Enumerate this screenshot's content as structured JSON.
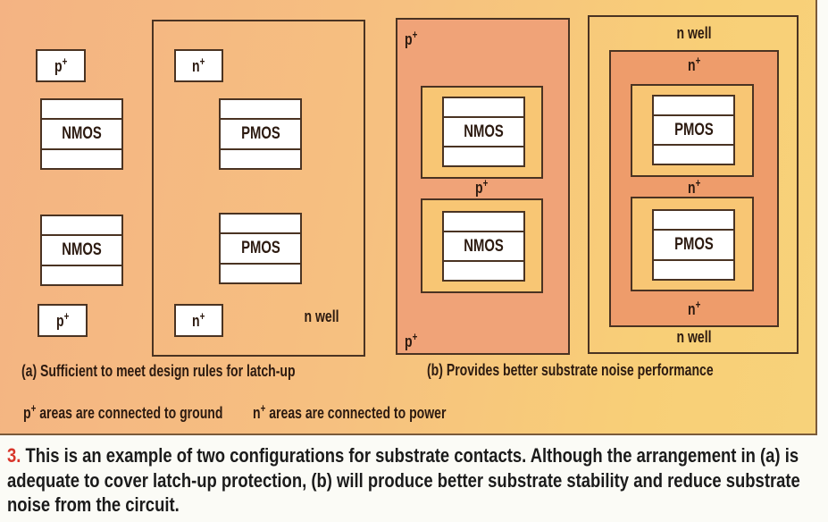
{
  "diagram": {
    "labels": {
      "p_plus": "p",
      "n_plus": "n",
      "plus": "+",
      "nmos": "NMOS",
      "pmos": "PMOS",
      "n_well": "n well"
    },
    "caption_a": "(a)  Sufficient to meet design rules for latch-up",
    "caption_b": "(b)  Provides better substrate noise performance",
    "note_ground": "areas are connected to ground",
    "note_power": "areas are connected to power",
    "colors": {
      "panel_start": "#f4b383",
      "panel_end": "#f7d27a",
      "p_substrate": "#f0a378",
      "guard_ring": "#f8c674",
      "n_guard": "#ee9c6b",
      "stroke": "#4a3322"
    }
  },
  "caption": {
    "figure_number": "3.",
    "text": "This is an example of two configurations for substrate contacts. Although the arrangement in (a) is adequate to cover latch-up protection, (b) will produce better substrate stability and reduce substrate noise from the circuit."
  }
}
